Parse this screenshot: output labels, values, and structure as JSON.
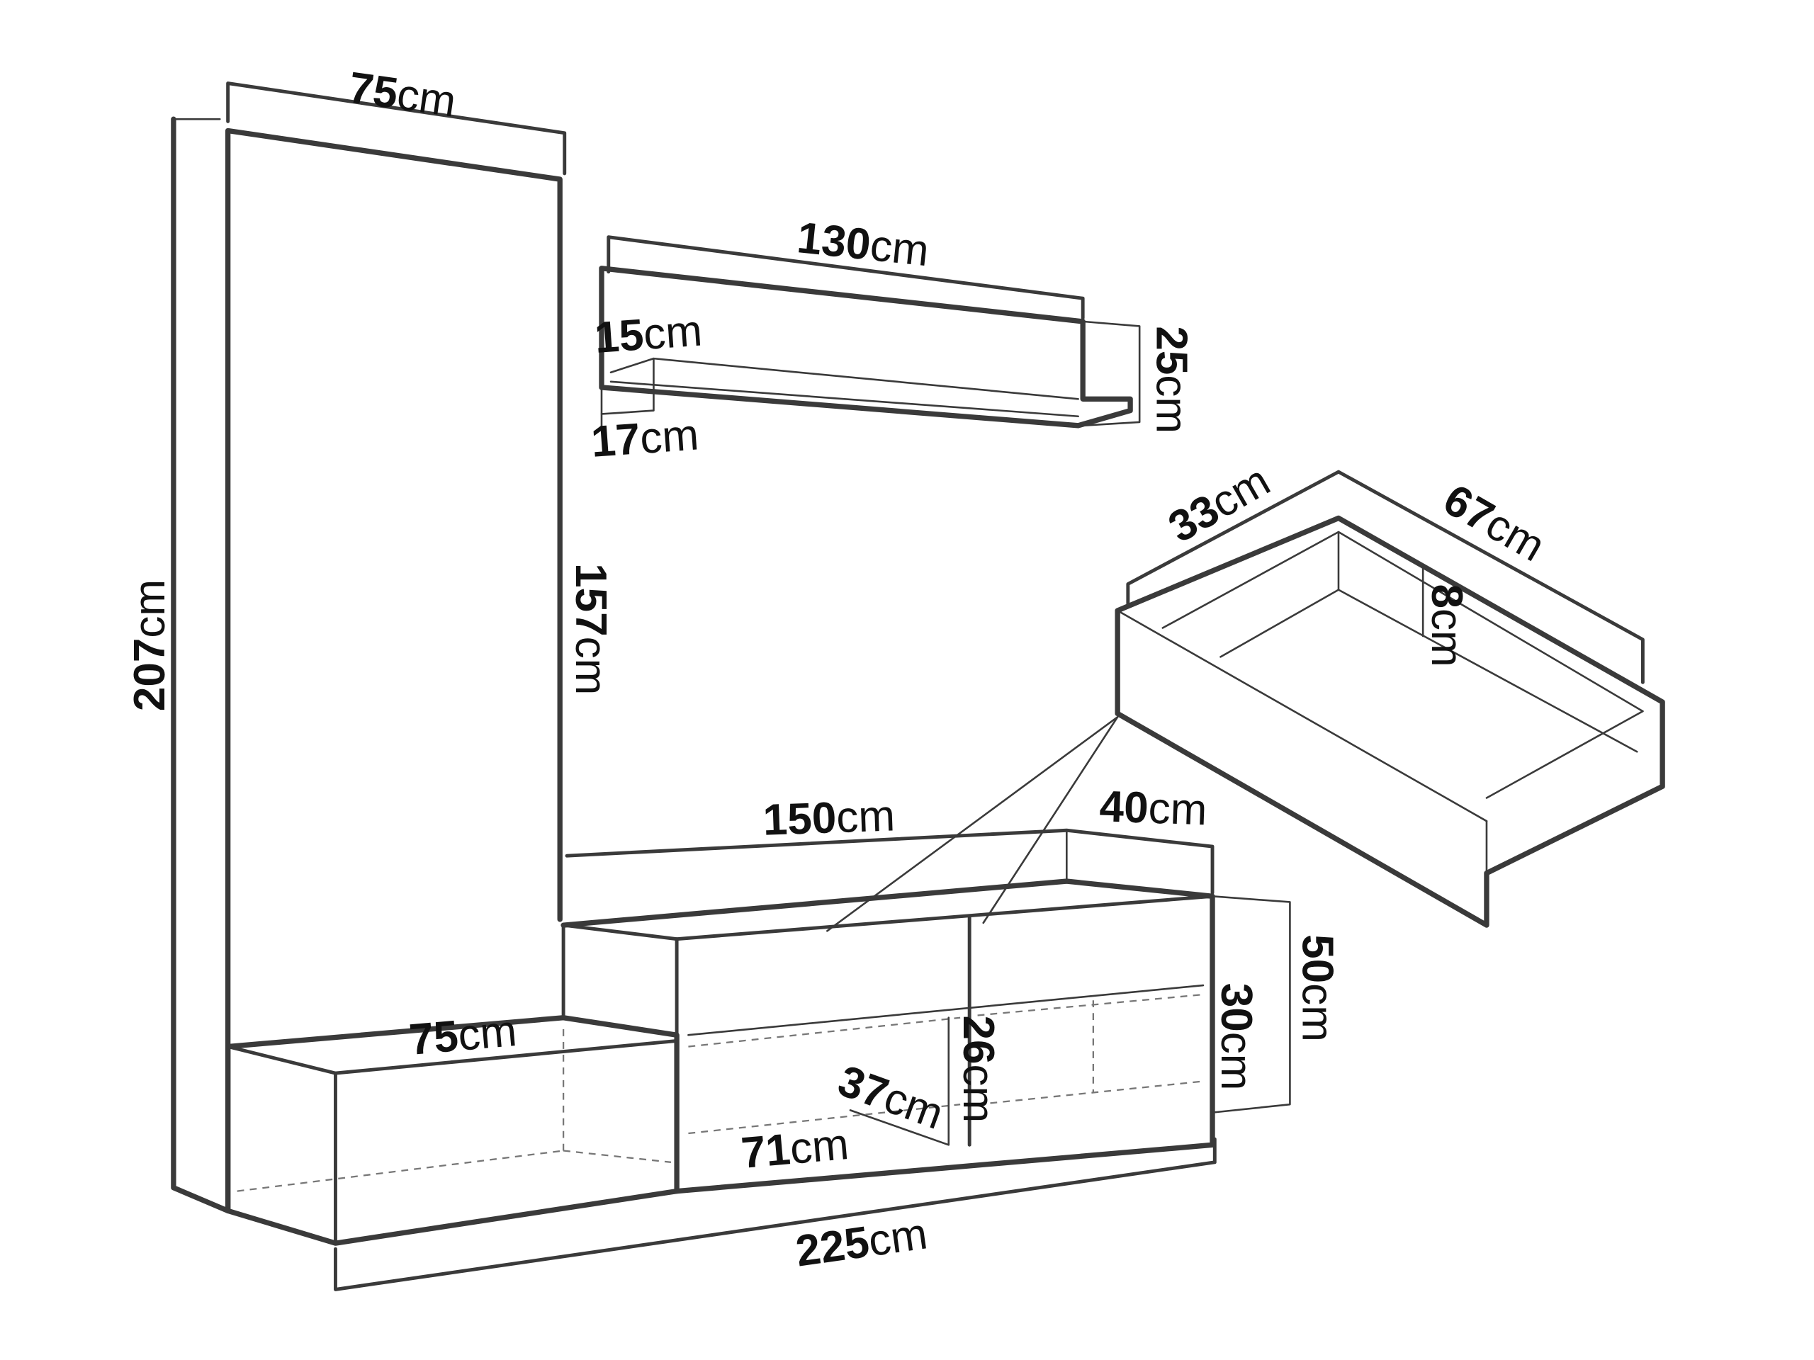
{
  "labels": {
    "panel_width": {
      "value": "75",
      "unit": "cm"
    },
    "shelf_width": {
      "value": "130",
      "unit": "cm"
    },
    "shelf_depth": {
      "value": "15",
      "unit": "cm"
    },
    "shelf_lip": {
      "value": "17",
      "unit": "cm"
    },
    "shelf_height": {
      "value": "25",
      "unit": "cm"
    },
    "drawer_depth": {
      "value": "33",
      "unit": "cm"
    },
    "drawer_width": {
      "value": "67",
      "unit": "cm"
    },
    "drawer_height": {
      "value": "8",
      "unit": "cm"
    },
    "total_height": {
      "value": "207",
      "unit": "cm"
    },
    "panel_height": {
      "value": "157",
      "unit": "cm"
    },
    "cabinet_width": {
      "value": "150",
      "unit": "cm"
    },
    "cabinet_depth": {
      "value": "40",
      "unit": "cm"
    },
    "cabinet_height": {
      "value": "50",
      "unit": "cm"
    },
    "open_height": {
      "value": "30",
      "unit": "cm"
    },
    "niche_height": {
      "value": "26",
      "unit": "cm"
    },
    "niche_depth": {
      "value": "37",
      "unit": "cm"
    },
    "niche_width": {
      "value": "71",
      "unit": "cm"
    },
    "low_width": {
      "value": "75",
      "unit": "cm"
    },
    "total_width": {
      "value": "225",
      "unit": "cm"
    }
  }
}
